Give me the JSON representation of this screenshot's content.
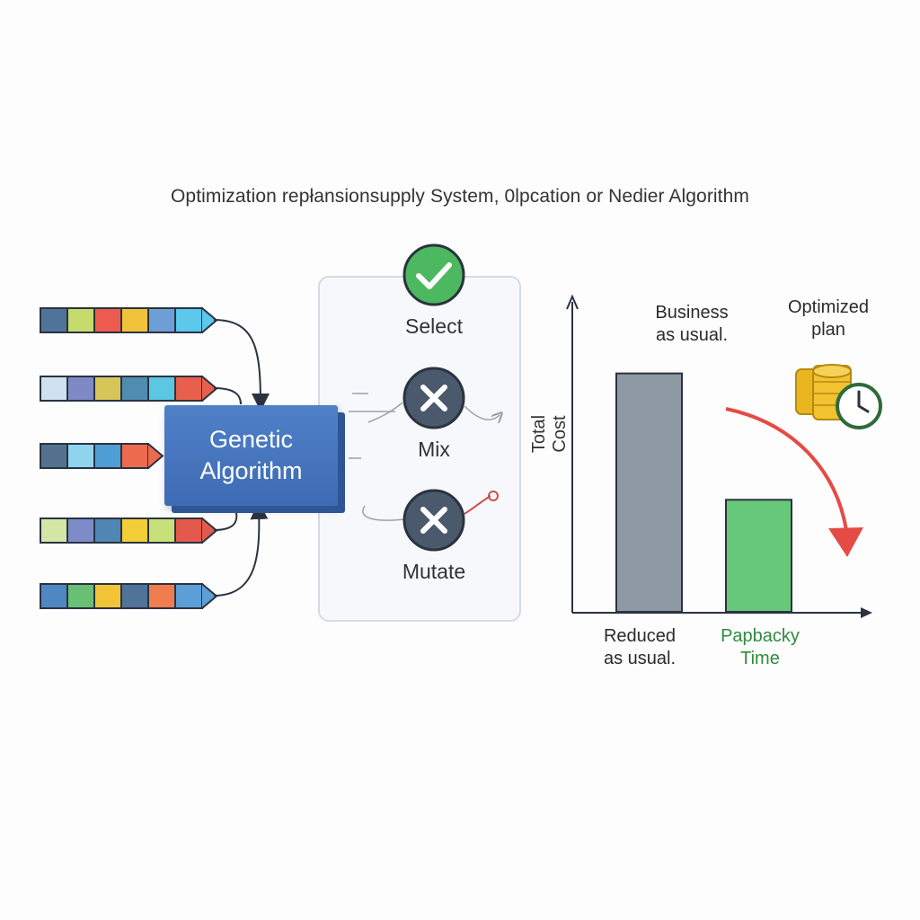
{
  "title": "Optimization repłansionsupply System, 0lpcation or Nedier Algorithm",
  "genetic_algorithm": {
    "line1": "Genetic",
    "line2": "Algorithm"
  },
  "steps": {
    "select": "Select",
    "mix": "Mix",
    "mutate": "Mutate"
  },
  "chromosomes": [
    [
      "#50739a",
      "#c5dc6d",
      "#ec5b4e",
      "#f2c33a",
      "#6d9fd6",
      "#5bc8ec"
    ],
    [
      "#cfe0ef",
      "#7f89c6",
      "#d6c65a",
      "#4f8cb0",
      "#5cc7e2",
      "#e8604d"
    ],
    [
      "#54718d",
      "#8fd3ef",
      "#4f9ed4",
      "#ee6a4e"
    ],
    [
      "#d4e6a4",
      "#7d8cc8",
      "#4f86b4",
      "#f3cd38",
      "#c7e07a",
      "#e35a4c"
    ],
    [
      "#4e87c2",
      "#69bf73",
      "#f2c538",
      "#50739a",
      "#f07d4f",
      "#5c9fd6"
    ]
  ],
  "colors": {
    "ga_box": "#4573bb",
    "select_circle": "#4cb860",
    "op_circle": "#4a5a6c",
    "bar_bau": "#8e99a3",
    "bar_optimized": "#66c878",
    "arrow_red": "#e64a45",
    "coin": "#f2c230"
  },
  "icons": {
    "select": "check-icon",
    "mix": "cross-icon",
    "mutate": "cross-icon",
    "plan": "coins-clock-icon"
  },
  "chart": {
    "ylabel": "Total Cost",
    "label_bau": "Business\nas usual.",
    "label_optimized": "Optimized\nplan",
    "xlabel_left": "Reduced\nas usual.",
    "xlabel_right": "Papbacky\nTime"
  },
  "chart_data": {
    "type": "bar",
    "categories": [
      "Reduced as usual.",
      "Papbacky Time"
    ],
    "values": [
      100,
      47
    ],
    "ylabel": "Total Cost",
    "xlabel": "",
    "ylim": [
      0,
      130
    ],
    "grid": false,
    "annotations": [
      "Business as usual.",
      "Optimized plan"
    ]
  }
}
